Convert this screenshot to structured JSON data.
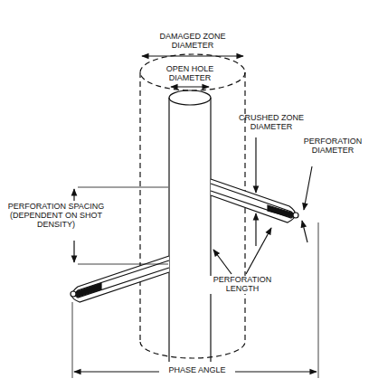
{
  "diagram": {
    "labels": [
      "DAMAGED ZONE DIAMETER",
      "OPEN HOLE DIAMETER",
      "CRUSHED ZONE DIAMETER",
      "PERFORATION DIAMETER",
      "PERFORATION SPACING (DEPENDENT ON SHOT DENSITY)",
      "PERFORATION LENGTH",
      "PHASE ANGLE"
    ]
  }
}
